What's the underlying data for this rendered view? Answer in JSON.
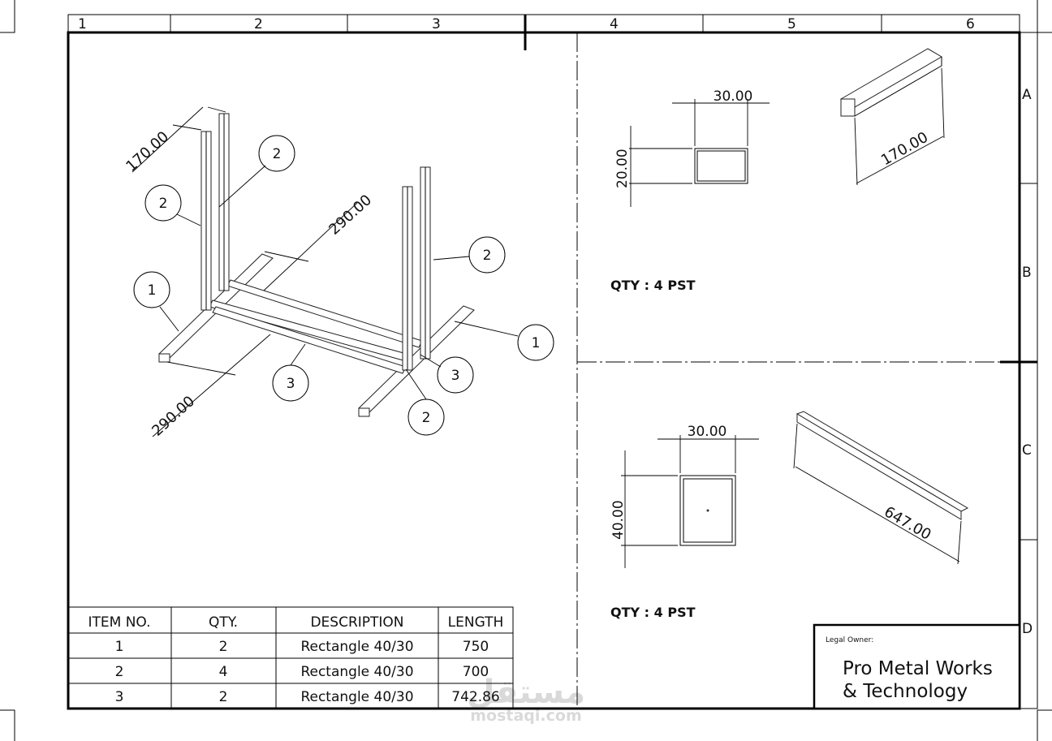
{
  "zones": {
    "columns": [
      "1",
      "2",
      "3",
      "4",
      "5",
      "6"
    ],
    "rows": [
      "A",
      "B",
      "C",
      "D"
    ]
  },
  "iso_view": {
    "dimensions": [
      "170.00",
      "290.00",
      "290.00"
    ],
    "balloons": [
      "2",
      "2",
      "1",
      "3",
      "3",
      "2",
      "2",
      "1"
    ]
  },
  "profile_top": {
    "width": "30.00",
    "height": "20.00",
    "length": "170.00",
    "qty": "QTY : 4 PST"
  },
  "profile_bottom": {
    "width": "30.00",
    "height": "40.00",
    "length": "647.00",
    "qty": "QTY : 4 PST"
  },
  "bom": {
    "headers": [
      "ITEM NO.",
      "QTY.",
      "DESCRIPTION",
      "LENGTH"
    ],
    "rows": [
      [
        "1",
        "2",
        "Rectangle 40/30",
        "750"
      ],
      [
        "2",
        "4",
        "Rectangle 40/30",
        "700"
      ],
      [
        "3",
        "2",
        "Rectangle 40/30",
        "742.86"
      ]
    ]
  },
  "title_block": {
    "label": "Legal Owner:",
    "company_line1": "Pro Metal Works",
    "company_line2": "& Technology"
  },
  "watermark": {
    "arabic": "مستقل",
    "latin": "mostaqi.com"
  }
}
